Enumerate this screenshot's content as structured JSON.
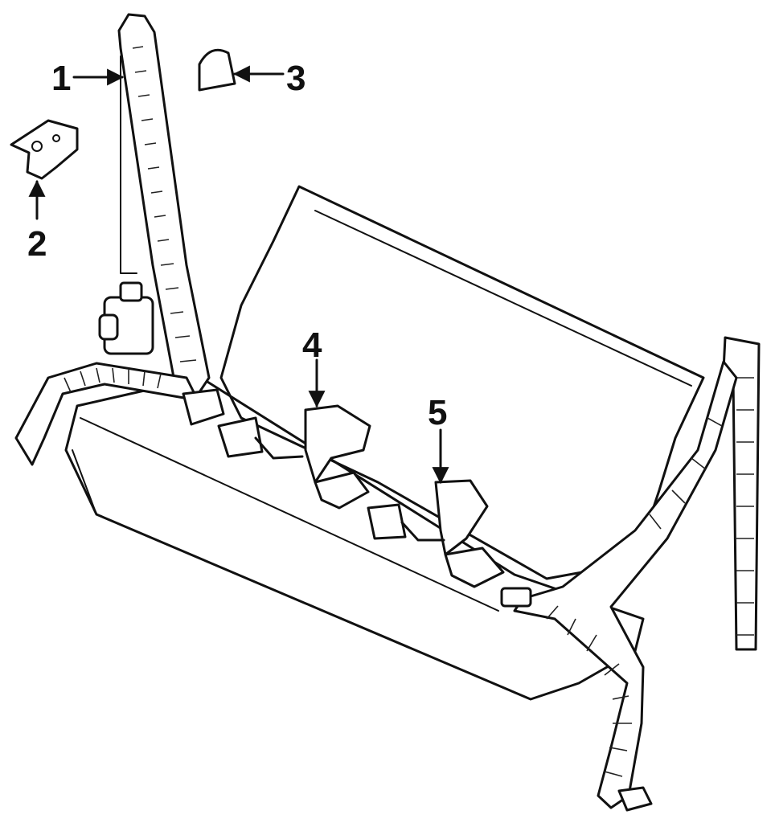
{
  "diagram": {
    "callouts": [
      {
        "id": "1",
        "label": "1",
        "part": "front-belt-assembly"
      },
      {
        "id": "2",
        "label": "2",
        "part": "anchor-bracket"
      },
      {
        "id": "3",
        "label": "3",
        "part": "cover-cap"
      },
      {
        "id": "4",
        "label": "4",
        "part": "center-buckle-left"
      },
      {
        "id": "5",
        "label": "5",
        "part": "center-buckle-right"
      }
    ],
    "colors": {
      "line": "#111111",
      "background": "#ffffff"
    }
  }
}
